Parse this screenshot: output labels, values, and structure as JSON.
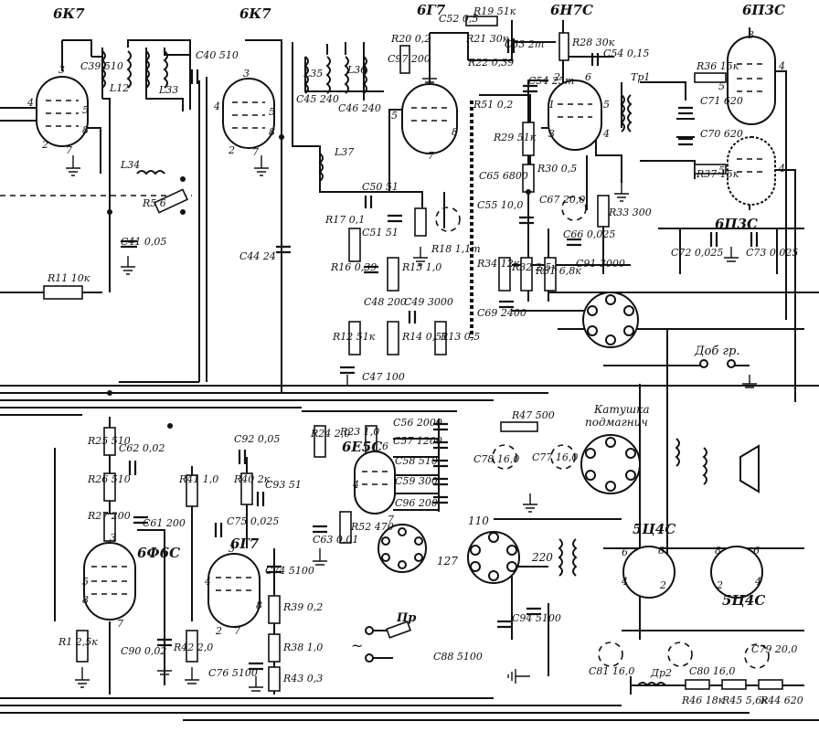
{
  "tubes": [
    {
      "id": "t1",
      "label": "6К7"
    },
    {
      "id": "t2",
      "label": "6К7"
    },
    {
      "id": "t3",
      "label": "6Г7"
    },
    {
      "id": "t4",
      "label": "6Н7С"
    },
    {
      "id": "t5",
      "label": "6П3С"
    },
    {
      "id": "t6",
      "label": "6П3С"
    },
    {
      "id": "t7",
      "label": "6Е5С"
    },
    {
      "id": "t8",
      "label": "6Ф6С"
    },
    {
      "id": "t9",
      "label": "6Г7"
    },
    {
      "id": "t10",
      "label": "5Ц4С"
    },
    {
      "id": "t11",
      "label": "5Ц4С"
    }
  ],
  "components": {
    "C39": "C39 510",
    "L12": "L12",
    "L33": "L33",
    "C40": "C40 510",
    "L34": "L34",
    "R5": "R5 6",
    "C41": "C41 0,05",
    "R11": "R11 10к",
    "C44": "C44 24",
    "L35": "L35",
    "L36": "L36",
    "C45": "C45 240",
    "C46": "C46 240",
    "L37": "L37",
    "C52": "C52 0,5",
    "R19": "R19 51к",
    "R20": "R20 0,2",
    "C97": "C97 200",
    "R21": "R21 30к",
    "R22": "R22 0,39",
    "C53": "C53 2т",
    "R51": "R51 0,2",
    "C50": "C50 51",
    "R17": "R17 0,1",
    "C51": "C51 51",
    "C55": "C55 10,0",
    "R18": "R18 1,1т",
    "R16": "R16 0,39",
    "R15": "R15 1,0",
    "C48": "C48 200",
    "C49": "C49 3000",
    "C65": "C65 6800",
    "R12": "R12 51к",
    "R14": "R14 0,51",
    "R13": "R13 0,5",
    "C47": "C47 100",
    "R28": "R28 30к",
    "C54a": "C54 0,15",
    "C54b": "C54 25т",
    "Tp1": "Тр1",
    "R29": "R29 51к",
    "R30": "R30 0,5",
    "C67": "C67 20,0",
    "R33": "R33 300",
    "C66": "C66 0,025",
    "R34": "R34 12к",
    "R32": "R32 2,5к",
    "R31": "R31 6,8к",
    "C91": "C91 3000",
    "C69": "C69 2400",
    "R36": "R36 15к",
    "C71": "C71 620",
    "C70": "C70 620",
    "R37": "R37 15к",
    "C72": "C72 0,025",
    "C73": "C73 0,025",
    "R25": "R25 510",
    "C62": "C62 0,02",
    "R26": "R26 510",
    "R27": "R27 200",
    "C61": "C61 200",
    "R41": "R41 1,0",
    "R40": "R40 2к",
    "C92": "C92 0,05",
    "C93": "C93 51",
    "C75": "C75 0,025",
    "C74": "C74 5100",
    "R24": "R24 2,0",
    "R23": "R23 1,0",
    "C56": "C56 2000",
    "C57": "C57 1200",
    "C58": "C58 510",
    "C59": "C59 300",
    "C96": "C96 200",
    "R52": "R52 470",
    "C63": "C63 0,01",
    "R47": "R47 500",
    "C78": "C78 16,0",
    "C77": "C77 16,0",
    "R1": "R1 2,5к",
    "C90": "C90 0,02",
    "R42": "R42 2,0",
    "C76": "C76 5100",
    "R39": "R39 0,2",
    "R38": "R38 1,0",
    "R43": "R43 0,3",
    "C94": "C94 5100",
    "C88": "C88 5100",
    "C81": "C81 16,0",
    "C80": "C80 16,0",
    "C79": "C79 20,0",
    "Dr2": "Др2",
    "R46": "R46 18к",
    "R45": "R45 5,6к",
    "R44": "R44 620"
  },
  "labels": {
    "dob_gr": "Доб гр.",
    "katushka_1": "Катушка",
    "katushka_2": "подмагнич",
    "pr": "Пр",
    "mains_110": "110",
    "mains_127": "127",
    "mains_220": "220",
    "ac": "~"
  },
  "pins": {
    "p1": "1",
    "p2": "2",
    "p3": "3",
    "p4": "4",
    "p5": "5",
    "p6": "6",
    "p7": "7",
    "p8": "8"
  }
}
